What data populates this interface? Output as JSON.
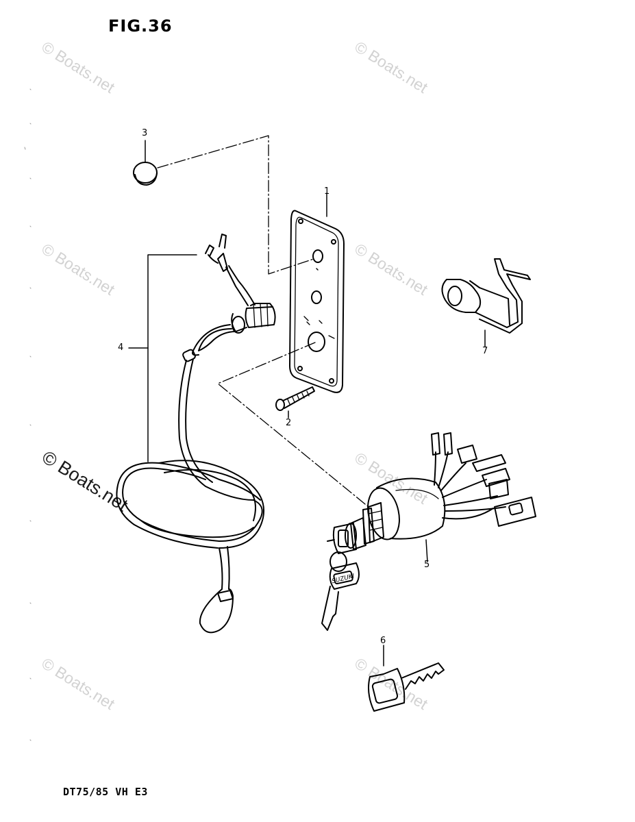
{
  "figure": {
    "title": "FIG.36",
    "model_code": "DT75/85 VH E3"
  },
  "callouts": {
    "p1": "1",
    "p2": "2",
    "p3": "3",
    "p4": "4",
    "p5": "5",
    "p6": "6",
    "p7": "7"
  },
  "watermarks": {
    "w1": "© Boats.net",
    "w2": "© Boats.net",
    "w3": "© Boats.net",
    "w4": "© Boats.net",
    "w5": "© Boats.net",
    "w6": "© Boats.net",
    "w7": "© Boats.net",
    "w8": "© Boats.net"
  },
  "brand": {
    "key_logo": "SUZUKI"
  }
}
